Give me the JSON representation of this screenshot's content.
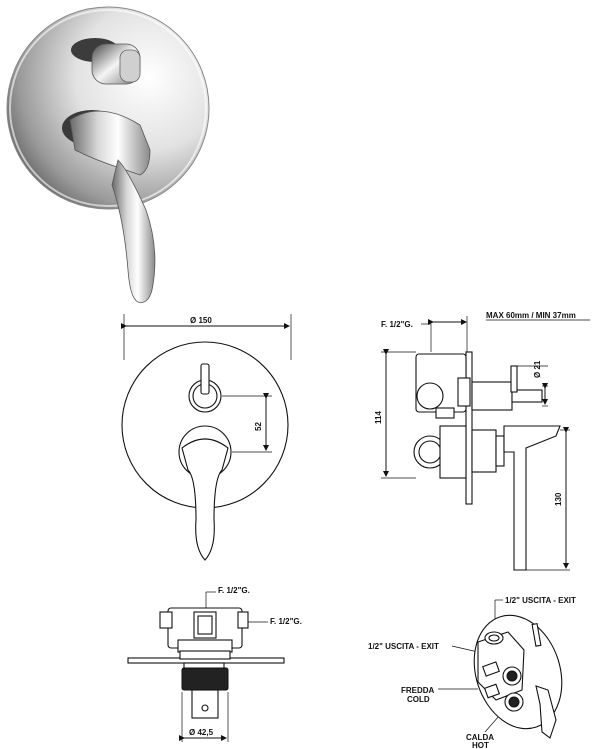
{
  "labels": {
    "front_diameter": "Ø 150",
    "front_height": "52",
    "side_thread": "F. 1/2\"G.",
    "side_depth": "MAX 60mm / MIN 37mm",
    "side_knob_dia": "Ø 21",
    "side_height_114": "114",
    "side_height_130": "130",
    "bottom_thread_top": "F. 1/2\"G.",
    "bottom_thread_right": "F. 1/2\"G.",
    "bottom_diameter": "Ø 42,5",
    "iso_exit_top": "1/2\" USCITA - EXIT",
    "iso_exit_left": "1/2\" USCITA - EXIT",
    "iso_cold_it": "FREDDA",
    "iso_cold_en": "COLD",
    "iso_hot_it": "CALDA",
    "iso_hot_en": "HOT"
  },
  "colors": {
    "line": "#111111",
    "chrome_dark": "#5a5a5a",
    "chrome_light": "#f2f2f2"
  }
}
